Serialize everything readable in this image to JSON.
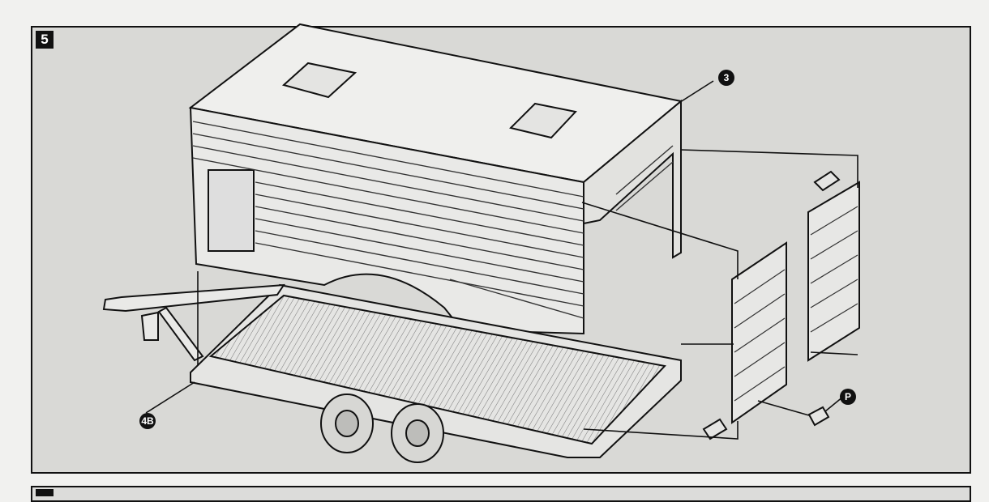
{
  "step": {
    "number": "5",
    "next_number": ""
  },
  "callouts": {
    "roof_part": "3",
    "trailer_part": "4B",
    "pin_part": "P"
  },
  "colors": {
    "ink": "#111111",
    "paper": "#f1f1ef",
    "panel": "#d9d9d6"
  }
}
